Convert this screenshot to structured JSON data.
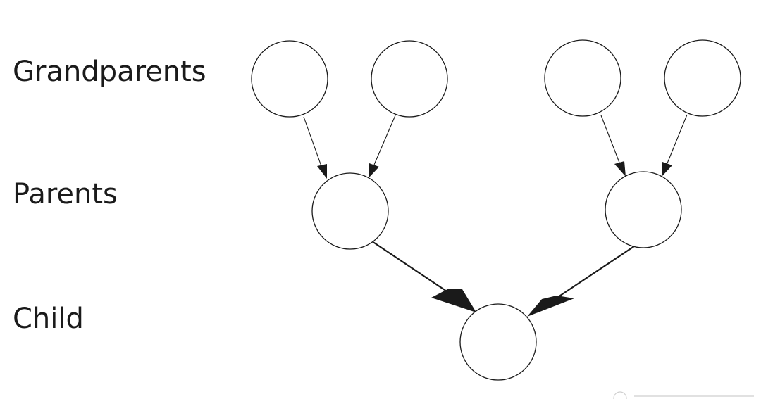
{
  "labels": {
    "grandparents": "Grandparents",
    "parents": "Parents",
    "child": "Child"
  },
  "colors": {
    "stroke": "#1a1a1a",
    "background": "#ffffff"
  }
}
